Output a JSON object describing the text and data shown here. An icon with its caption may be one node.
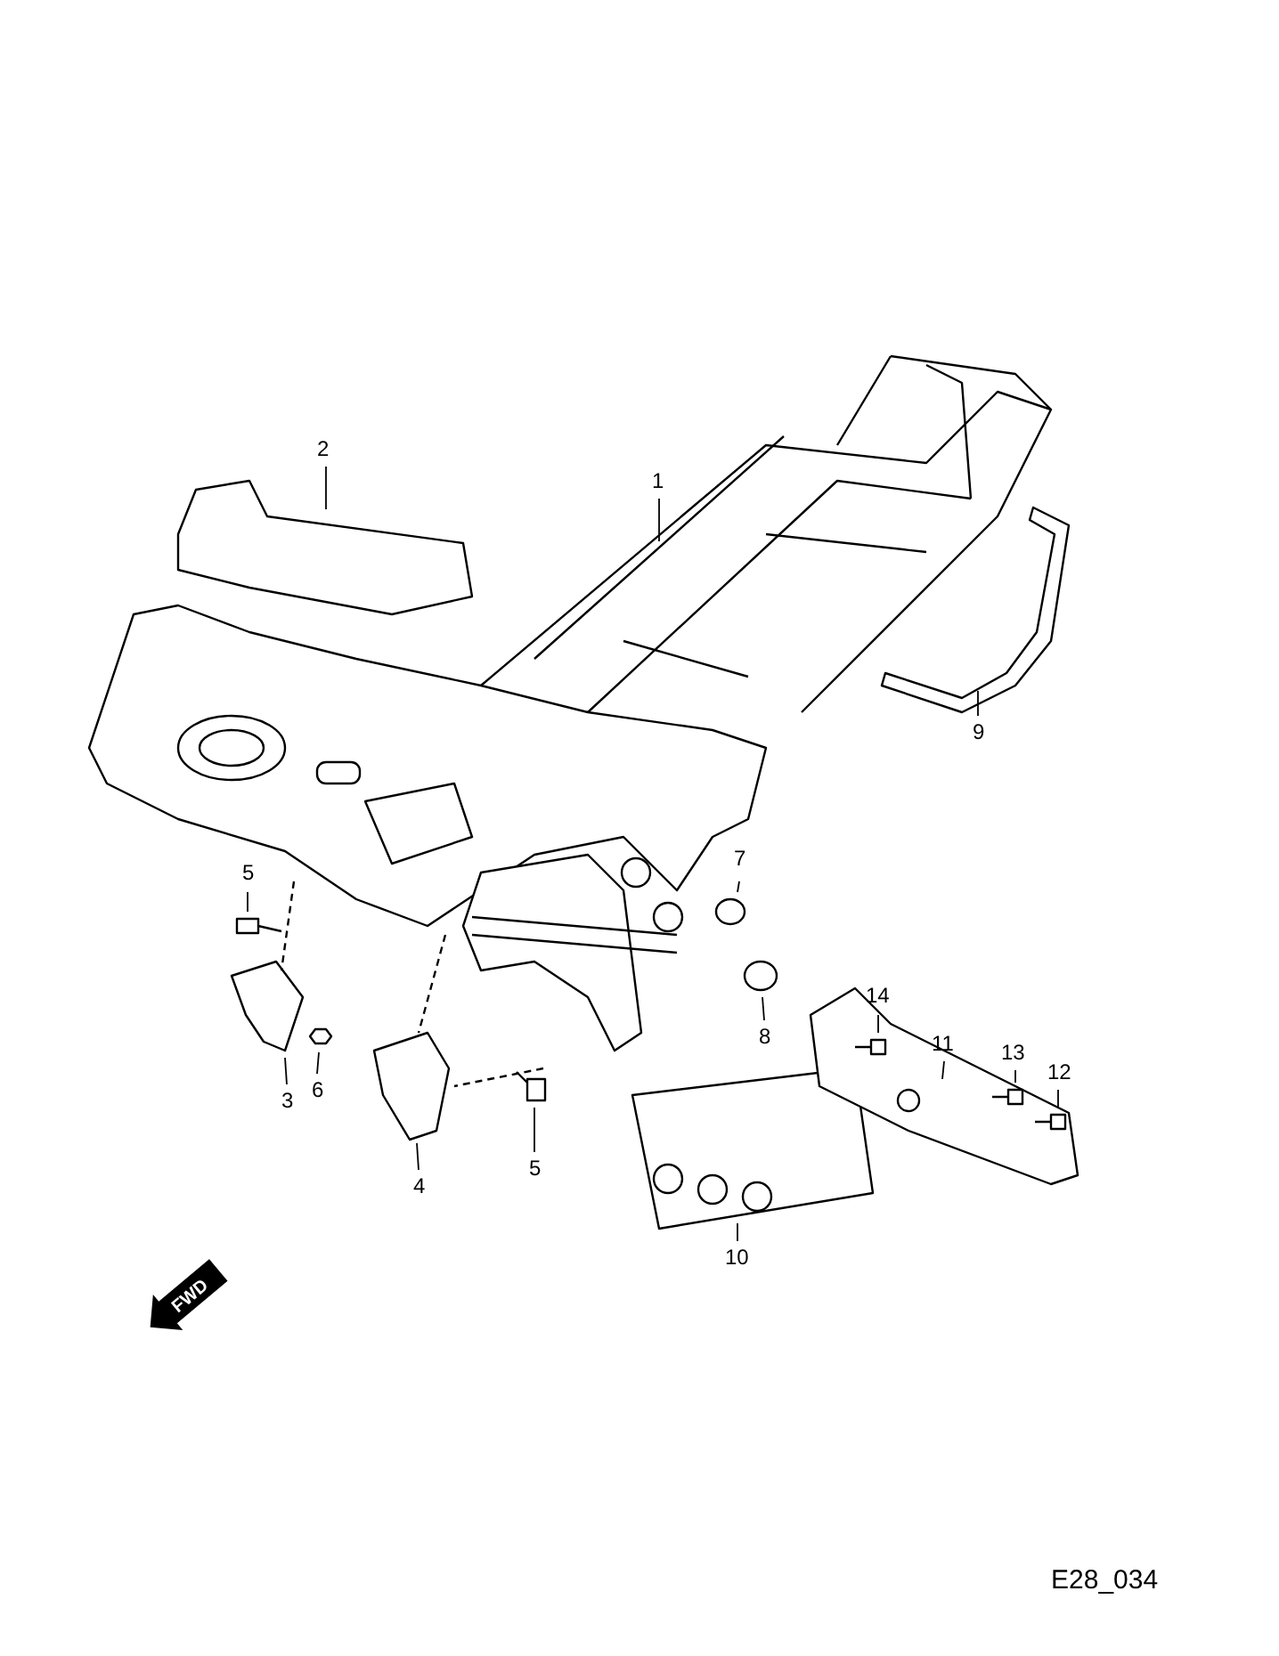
{
  "diagram": {
    "nodes": [
      {
        "text": [
          "2"
        ]
      },
      {
        "text": [
          "1"
        ]
      },
      {
        "text": [
          "9"
        ]
      },
      {
        "text": [
          "5"
        ]
      },
      {
        "text": [
          "7"
        ]
      },
      {
        "text": [
          "8"
        ]
      },
      {
        "text": [
          "3"
        ]
      },
      {
        "text": [
          "6"
        ]
      },
      {
        "text": [
          "4"
        ]
      },
      {
        "text": [
          "5"
        ]
      },
      {
        "text": [
          "14"
        ]
      },
      {
        "text": [
          "13"
        ]
      },
      {
        "text": [
          "11"
        ]
      },
      {
        "text": [
          "12"
        ]
      },
      {
        "text": [
          "10"
        ]
      }
    ],
    "edges": [
      {
        "from": 0,
        "to": null,
        "arrow": "none"
      },
      {
        "from": 1,
        "to": null,
        "arrow": "none"
      },
      {
        "from": 2,
        "to": null,
        "arrow": "none"
      },
      {
        "from": 3,
        "to": null,
        "arrow": "none"
      },
      {
        "from": 4,
        "to": null,
        "arrow": "none"
      },
      {
        "from": 5,
        "to": null,
        "arrow": "none"
      },
      {
        "from": 6,
        "to": null,
        "arrow": "none"
      },
      {
        "from": 7,
        "to": null,
        "arrow": "none"
      },
      {
        "from": 8,
        "to": null,
        "arrow": "none"
      },
      {
        "from": 9,
        "to": null,
        "arrow": "none"
      },
      {
        "from": 10,
        "to": null,
        "arrow": "none"
      },
      {
        "from": 11,
        "to": null,
        "arrow": "none"
      },
      {
        "from": 12,
        "to": null,
        "arrow": "none"
      },
      {
        "from": 13,
        "to": null,
        "arrow": "none"
      },
      {
        "from": 14,
        "to": null,
        "arrow": "none"
      }
    ],
    "labels": [
      "FWD",
      "E28_034"
    ]
  }
}
